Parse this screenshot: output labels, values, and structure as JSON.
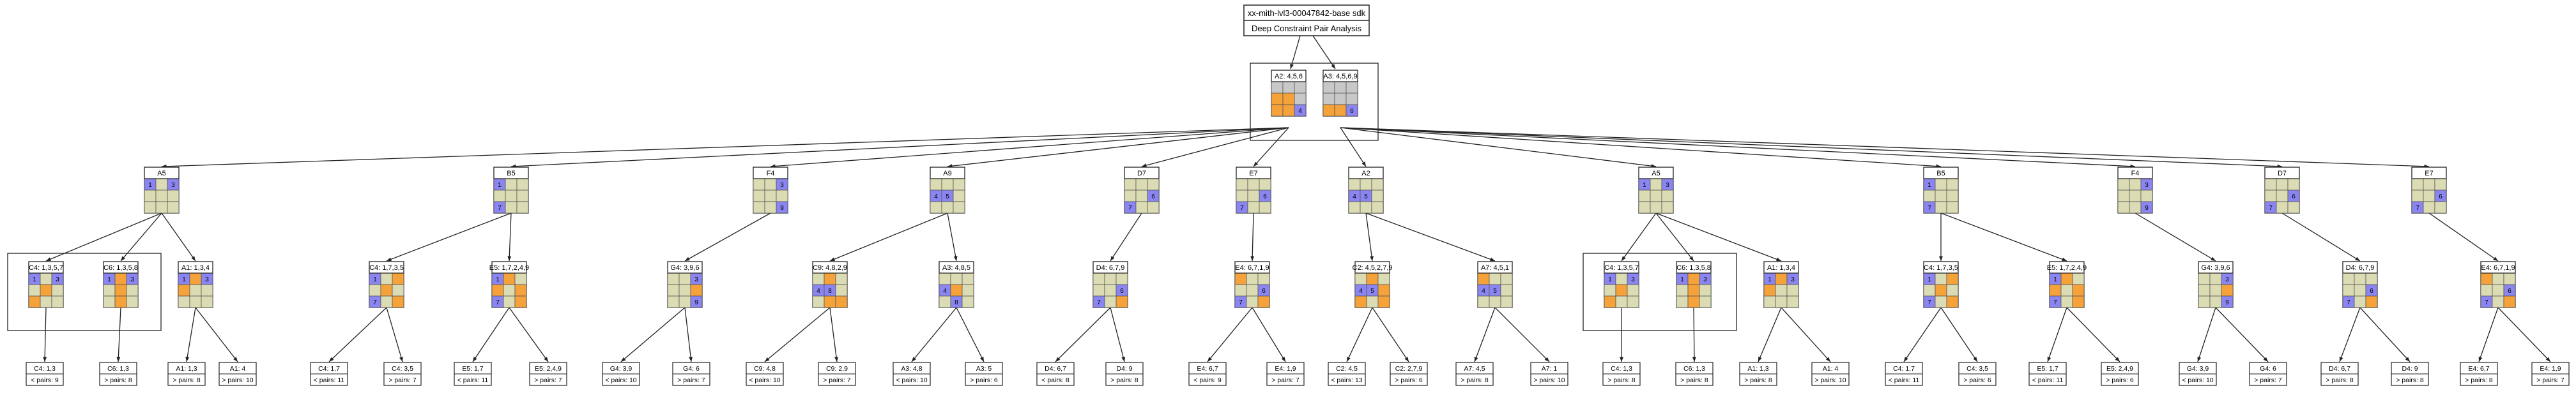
{
  "colors": {
    "blue": "#8a85f0",
    "orange": "#f5a23a",
    "beige": "#dcdcb4",
    "gray": "#c8c8c8",
    "line": "#222222",
    "box_fill": "#ffffff"
  },
  "title": {
    "line1": "xx-mith-lvl3-00047842-base sdk",
    "line2": "Deep Constraint Pair Analysis"
  },
  "root": [
    {
      "label": "A2: 4,5,6",
      "cells": [
        "G",
        "G",
        "G",
        "O",
        "O",
        "G",
        "O",
        "O",
        "B"
      ],
      "marks": {
        "8": "4"
      }
    },
    {
      "label": "A3: 4,5,6,9",
      "cells": [
        "G",
        "G",
        "G",
        "G",
        "G",
        "G",
        "O",
        "O",
        "B"
      ],
      "marks": {
        "8": "6"
      }
    }
  ],
  "level1": [
    {
      "label": "A5",
      "cells": [
        "B",
        "Y",
        "B",
        "Y",
        "Y",
        "Y",
        "Y",
        "Y",
        "Y"
      ],
      "marks": {
        "0": "1",
        "2": "3"
      }
    },
    {
      "label": "B5",
      "cells": [
        "B",
        "Y",
        "Y",
        "Y",
        "Y",
        "Y",
        "B",
        "Y",
        "Y"
      ],
      "marks": {
        "0": "1",
        "6": "7"
      }
    },
    {
      "label": "F4",
      "cells": [
        "Y",
        "Y",
        "B",
        "Y",
        "Y",
        "Y",
        "Y",
        "Y",
        "B"
      ],
      "marks": {
        "2": "3",
        "8": "9"
      }
    },
    {
      "label": "A9",
      "cells": [
        "Y",
        "Y",
        "Y",
        "B",
        "B",
        "Y",
        "Y",
        "Y",
        "Y"
      ],
      "marks": {
        "3": "4",
        "4": "5"
      }
    },
    {
      "label": "D7",
      "cells": [
        "Y",
        "Y",
        "Y",
        "Y",
        "Y",
        "B",
        "B",
        "Y",
        "Y"
      ],
      "marks": {
        "5": "6",
        "6": "7"
      }
    },
    {
      "label": "E7",
      "cells": [
        "Y",
        "Y",
        "Y",
        "Y",
        "Y",
        "B",
        "B",
        "Y",
        "Y"
      ],
      "marks": {
        "5": "6",
        "6": "7"
      }
    },
    {
      "label": "A2",
      "cells": [
        "Y",
        "Y",
        "Y",
        "B",
        "B",
        "Y",
        "Y",
        "Y",
        "Y"
      ],
      "marks": {
        "3": "4",
        "4": "5"
      }
    },
    {
      "label": "A5",
      "cells": [
        "B",
        "Y",
        "B",
        "Y",
        "Y",
        "Y",
        "Y",
        "Y",
        "Y"
      ],
      "marks": {
        "0": "1",
        "2": "3"
      }
    },
    {
      "label": "B5",
      "cells": [
        "B",
        "Y",
        "Y",
        "Y",
        "Y",
        "Y",
        "B",
        "Y",
        "Y"
      ],
      "marks": {
        "0": "1",
        "6": "7"
      }
    },
    {
      "label": "F4",
      "cells": [
        "Y",
        "Y",
        "B",
        "Y",
        "Y",
        "Y",
        "Y",
        "Y",
        "B"
      ],
      "marks": {
        "2": "3",
        "8": "9"
      }
    },
    {
      "label": "D7",
      "cells": [
        "Y",
        "Y",
        "Y",
        "Y",
        "Y",
        "B",
        "B",
        "Y",
        "Y"
      ],
      "marks": {
        "5": "6",
        "6": "7"
      }
    },
    {
      "label": "E7",
      "cells": [
        "Y",
        "Y",
        "Y",
        "Y",
        "Y",
        "B",
        "B",
        "Y",
        "Y"
      ],
      "marks": {
        "5": "6",
        "6": "7"
      }
    }
  ],
  "level2": [
    {
      "label": "C4: 1,3,5,7",
      "parent": 0,
      "cells": [
        "B",
        "Y",
        "B",
        "Y",
        "O",
        "Y",
        "O",
        "Y",
        "Y"
      ],
      "marks": {
        "0": "1",
        "2": "3"
      }
    },
    {
      "label": "C6: 1,3,5,8",
      "parent": 0,
      "cells": [
        "B",
        "O",
        "B",
        "Y",
        "O",
        "Y",
        "Y",
        "O",
        "Y"
      ],
      "marks": {
        "0": "1",
        "2": "3"
      }
    },
    {
      "label": "A1: 1,3,4",
      "parent": 0,
      "cells": [
        "B",
        "O",
        "B",
        "O",
        "Y",
        "Y",
        "Y",
        "Y",
        "Y"
      ],
      "marks": {
        "0": "1",
        "2": "3"
      }
    },
    {
      "label": "C4: 1,7,3,5",
      "parent": 1,
      "cells": [
        "B",
        "Y",
        "O",
        "Y",
        "O",
        "Y",
        "B",
        "Y",
        "O"
      ],
      "marks": {
        "0": "1",
        "6": "7"
      }
    },
    {
      "label": "E5: 1,7,2,4,9",
      "parent": 1,
      "cells": [
        "B",
        "O",
        "Y",
        "O",
        "Y",
        "O",
        "B",
        "Y",
        "O"
      ],
      "marks": {
        "0": "1",
        "6": "7"
      }
    },
    {
      "label": "G4: 3,9,6",
      "parent": 2,
      "cells": [
        "Y",
        "Y",
        "B",
        "Y",
        "Y",
        "O",
        "Y",
        "Y",
        "B"
      ],
      "marks": {
        "2": "3",
        "8": "9"
      }
    },
    {
      "label": "C9: 4,8,2,9",
      "parent": 3,
      "cells": [
        "Y",
        "O",
        "Y",
        "B",
        "B",
        "Y",
        "Y",
        "O",
        "O"
      ],
      "marks": {
        "3": "4",
        "4": "8"
      }
    },
    {
      "label": "A3: 4,8,5",
      "parent": 3,
      "cells": [
        "Y",
        "Y",
        "Y",
        "B",
        "O",
        "Y",
        "Y",
        "B",
        "Y"
      ],
      "marks": {
        "3": "4",
        "7": "8"
      }
    },
    {
      "label": "D4: 6,7,9",
      "parent": 4,
      "cells": [
        "Y",
        "Y",
        "Y",
        "Y",
        "Y",
        "B",
        "B",
        "Y",
        "O"
      ],
      "marks": {
        "5": "6",
        "6": "7"
      }
    },
    {
      "label": "E4: 6,7,1,9",
      "parent": 5,
      "cells": [
        "O",
        "Y",
        "Y",
        "Y",
        "Y",
        "B",
        "B",
        "Y",
        "O"
      ],
      "marks": {
        "5": "6",
        "6": "7"
      }
    },
    {
      "label": "C2: 4,5,2,7,9",
      "parent": 6,
      "cells": [
        "Y",
        "O",
        "Y",
        "B",
        "B",
        "O",
        "O",
        "Y",
        "O"
      ],
      "marks": {
        "3": "4",
        "4": "5"
      }
    },
    {
      "label": "A7: 4,5,1",
      "parent": 6,
      "cells": [
        "O",
        "Y",
        "Y",
        "B",
        "B",
        "Y",
        "Y",
        "Y",
        "Y"
      ],
      "marks": {
        "3": "4",
        "4": "5"
      }
    },
    {
      "label": "C4: 1,3,5,7",
      "parent": 7,
      "cells": [
        "B",
        "Y",
        "B",
        "Y",
        "O",
        "Y",
        "O",
        "Y",
        "Y"
      ],
      "marks": {
        "0": "1",
        "2": "3"
      }
    },
    {
      "label": "C6: 1,3,5,8",
      "parent": 7,
      "cells": [
        "B",
        "O",
        "B",
        "Y",
        "O",
        "Y",
        "Y",
        "O",
        "Y"
      ],
      "marks": {
        "0": "1",
        "2": "3"
      }
    },
    {
      "label": "A1: 1,3,4",
      "parent": 7,
      "cells": [
        "B",
        "O",
        "B",
        "O",
        "Y",
        "Y",
        "Y",
        "Y",
        "Y"
      ],
      "marks": {
        "0": "1",
        "2": "3"
      }
    },
    {
      "label": "C4: 1,7,3,5",
      "parent": 8,
      "cells": [
        "B",
        "Y",
        "O",
        "Y",
        "O",
        "Y",
        "B",
        "Y",
        "O"
      ],
      "marks": {
        "0": "1",
        "6": "7"
      }
    },
    {
      "label": "E5: 1,7,2,4,9",
      "parent": 8,
      "cells": [
        "B",
        "O",
        "Y",
        "O",
        "Y",
        "O",
        "B",
        "Y",
        "O"
      ],
      "marks": {
        "0": "1",
        "6": "7"
      }
    },
    {
      "label": "G4: 3,9,6",
      "parent": 9,
      "cells": [
        "Y",
        "Y",
        "B",
        "Y",
        "Y",
        "O",
        "Y",
        "Y",
        "B"
      ],
      "marks": {
        "2": "3",
        "8": "9"
      }
    },
    {
      "label": "D4: 6,7,9",
      "parent": 10,
      "cells": [
        "Y",
        "Y",
        "Y",
        "Y",
        "Y",
        "B",
        "B",
        "Y",
        "O"
      ],
      "marks": {
        "5": "6",
        "6": "7"
      }
    },
    {
      "label": "E4: 6,7,1,9",
      "parent": 11,
      "cells": [
        "O",
        "Y",
        "Y",
        "Y",
        "Y",
        "B",
        "B",
        "Y",
        "O"
      ],
      "marks": {
        "5": "6",
        "6": "7"
      }
    }
  ],
  "level3": [
    {
      "label": "C4: 1,3",
      "line2": "< pairs: 9",
      "parent": 0
    },
    {
      "label": "C6: 1,3",
      "line2": "> pairs: 8",
      "parent": 1
    },
    {
      "label": "A1: 1,3",
      "line2": "> pairs: 8",
      "parent": 2
    },
    {
      "label": "A1: 4",
      "line2": "> pairs: 10",
      "parent": 2
    },
    {
      "label": "C4: 1,7",
      "line2": "< pairs: 11",
      "parent": 3
    },
    {
      "label": "C4: 3,5",
      "line2": "> pairs: 7",
      "parent": 3
    },
    {
      "label": "E5: 1,7",
      "line2": "< pairs: 11",
      "parent": 4
    },
    {
      "label": "E5: 2,4,9",
      "line2": "> pairs: 7",
      "parent": 4
    },
    {
      "label": "G4: 3,9",
      "line2": "< pairs: 10",
      "parent": 5
    },
    {
      "label": "G4: 6",
      "line2": "> pairs: 7",
      "parent": 5
    },
    {
      "label": "C9: 4,8",
      "line2": "< pairs: 10",
      "parent": 6
    },
    {
      "label": "C9: 2,9",
      "line2": "> pairs: 7",
      "parent": 6
    },
    {
      "label": "A3: 4,8",
      "line2": "< pairs: 10",
      "parent": 7
    },
    {
      "label": "A3: 5",
      "line2": "> pairs: 6",
      "parent": 7
    },
    {
      "label": "D4: 6,7",
      "line2": "< pairs: 8",
      "parent": 8
    },
    {
      "label": "D4: 9",
      "line2": "> pairs: 8",
      "parent": 8
    },
    {
      "label": "E4: 6,7",
      "line2": "< pairs: 9",
      "parent": 9
    },
    {
      "label": "E4: 1,9",
      "line2": "> pairs: 7",
      "parent": 9
    },
    {
      "label": "C2: 4,5",
      "line2": "< pairs: 13",
      "parent": 10
    },
    {
      "label": "C2: 2,7,9",
      "line2": "> pairs: 6",
      "parent": 10
    },
    {
      "label": "A7: 4,5",
      "line2": "> pairs: 8",
      "parent": 11
    },
    {
      "label": "A7: 1",
      "line2": "> pairs: 10",
      "parent": 11
    },
    {
      "label": "C4: 1,3",
      "line2": "> pairs: 8",
      "parent": 12
    },
    {
      "label": "C6: 1,3",
      "line2": "> pairs: 8",
      "parent": 13
    },
    {
      "label": "A1: 1,3",
      "line2": "> pairs: 8",
      "parent": 14
    },
    {
      "label": "A1: 4",
      "line2": "> pairs: 10",
      "parent": 14
    },
    {
      "label": "C4: 1,7",
      "line2": "< pairs: 11",
      "parent": 15
    },
    {
      "label": "C4: 3,5",
      "line2": "> pairs: 6",
      "parent": 15
    },
    {
      "label": "E5: 1,7",
      "line2": "< pairs: 11",
      "parent": 16
    },
    {
      "label": "E5: 2,4,9",
      "line2": "> pairs: 6",
      "parent": 16
    },
    {
      "label": "G4: 3,9",
      "line2": "< pairs: 10",
      "parent": 17
    },
    {
      "label": "G4: 6",
      "line2": "> pairs: 7",
      "parent": 17
    },
    {
      "label": "D4: 6,7",
      "line2": "> pairs: 8",
      "parent": 18
    },
    {
      "label": "D4: 9",
      "line2": "> pairs: 8",
      "parent": 18
    },
    {
      "label": "E4: 6,7",
      "line2": "> pairs: 8",
      "parent": 19
    },
    {
      "label": "E4: 1,9",
      "line2": "> pairs: 7",
      "parent": 19
    }
  ]
}
